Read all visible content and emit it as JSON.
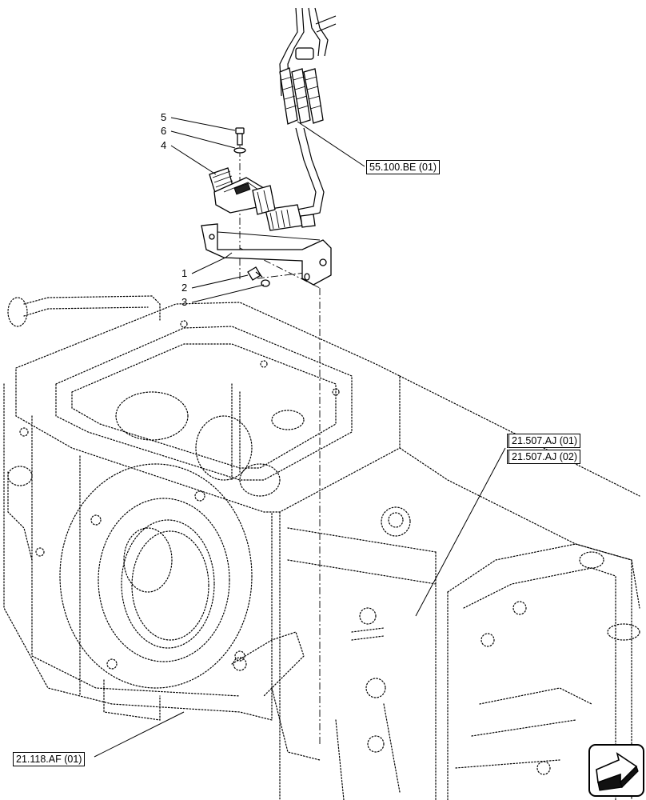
{
  "callouts": {
    "item_1": "1",
    "item_2": "2",
    "item_3": "3",
    "item_4": "4",
    "item_5": "5",
    "item_6": "6"
  },
  "references": {
    "ref_55_100_BE": "55.100.BE (01)",
    "ref_21_507_AJ_01": "21.507.AJ (01)",
    "ref_21_507_AJ_02": "21.507.AJ (02)",
    "ref_21_118_AF": "21.118.AF (01)"
  },
  "icons": {
    "next_page": "arrow-right-icon"
  }
}
